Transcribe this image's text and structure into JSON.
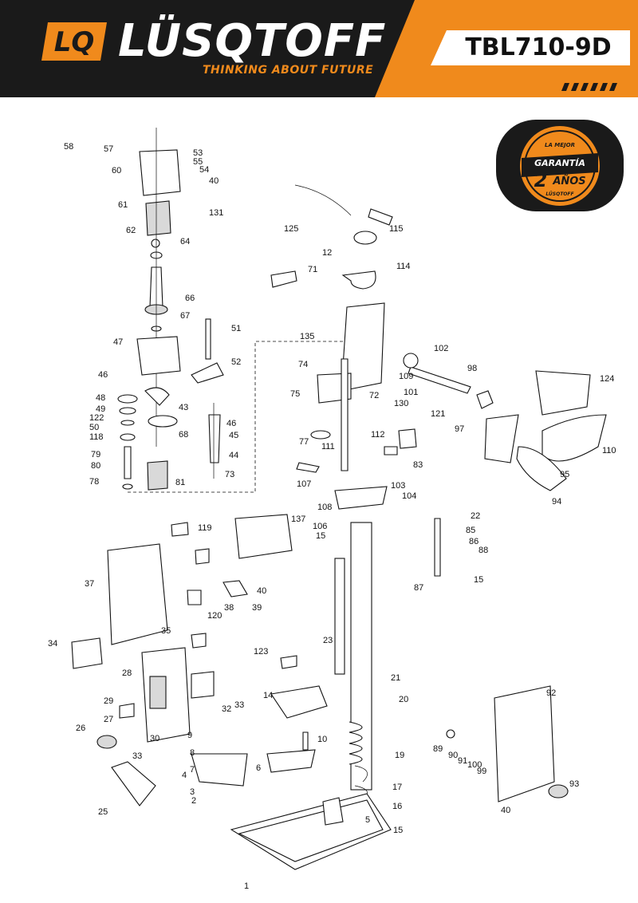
{
  "header": {
    "brand": "LÜSQTOFF",
    "logo_letters": "LQ",
    "tagline": "THINKING ABOUT FUTURE",
    "model": "TBL710-9D",
    "colors": {
      "accent": "#f08a1c",
      "dark": "#1a1a1a"
    }
  },
  "badge": {
    "line1": "LA MEJOR",
    "line2": "GARANTÍA",
    "number": "2",
    "line3": "AÑOS",
    "brand": "LÜSQTOFF"
  },
  "labels": [
    {
      "id": "58",
      "text": "58"
    },
    {
      "id": "57",
      "text": "57"
    },
    {
      "id": "53",
      "text": "53"
    },
    {
      "id": "55",
      "text": "55"
    },
    {
      "id": "54",
      "text": "54"
    },
    {
      "id": "40a",
      "text": "40"
    },
    {
      "id": "60",
      "text": "60"
    },
    {
      "id": "61",
      "text": "61"
    },
    {
      "id": "62",
      "text": "62"
    },
    {
      "id": "64",
      "text": "64"
    },
    {
      "id": "131",
      "text": "131"
    },
    {
      "id": "125",
      "text": "125"
    },
    {
      "id": "115",
      "text": "115"
    },
    {
      "id": "12",
      "text": "12"
    },
    {
      "id": "114",
      "text": "114"
    },
    {
      "id": "71",
      "text": "71"
    },
    {
      "id": "66",
      "text": "66"
    },
    {
      "id": "67",
      "text": "67"
    },
    {
      "id": "51",
      "text": "51"
    },
    {
      "id": "47",
      "text": "47"
    },
    {
      "id": "52",
      "text": "52"
    },
    {
      "id": "135",
      "text": "135"
    },
    {
      "id": "74",
      "text": "74"
    },
    {
      "id": "102",
      "text": "102"
    },
    {
      "id": "98",
      "text": "98"
    },
    {
      "id": "109",
      "text": "109"
    },
    {
      "id": "124",
      "text": "124"
    },
    {
      "id": "46a",
      "text": "46"
    },
    {
      "id": "75",
      "text": "75"
    },
    {
      "id": "72",
      "text": "72"
    },
    {
      "id": "101",
      "text": "101"
    },
    {
      "id": "130",
      "text": "130"
    },
    {
      "id": "48",
      "text": "48"
    },
    {
      "id": "43",
      "text": "43"
    },
    {
      "id": "49",
      "text": "49"
    },
    {
      "id": "46b",
      "text": "46"
    },
    {
      "id": "122",
      "text": "122"
    },
    {
      "id": "50",
      "text": "50"
    },
    {
      "id": "68",
      "text": "68"
    },
    {
      "id": "45",
      "text": "45"
    },
    {
      "id": "118",
      "text": "118"
    },
    {
      "id": "121",
      "text": "121"
    },
    {
      "id": "97",
      "text": "97"
    },
    {
      "id": "112",
      "text": "112"
    },
    {
      "id": "110",
      "text": "110"
    },
    {
      "id": "79",
      "text": "79"
    },
    {
      "id": "44",
      "text": "44"
    },
    {
      "id": "77",
      "text": "77"
    },
    {
      "id": "111",
      "text": "111"
    },
    {
      "id": "83",
      "text": "83"
    },
    {
      "id": "80",
      "text": "80"
    },
    {
      "id": "73",
      "text": "73"
    },
    {
      "id": "95",
      "text": "95"
    },
    {
      "id": "78",
      "text": "78"
    },
    {
      "id": "81",
      "text": "81"
    },
    {
      "id": "107",
      "text": "107"
    },
    {
      "id": "103",
      "text": "103"
    },
    {
      "id": "104",
      "text": "104"
    },
    {
      "id": "94",
      "text": "94"
    },
    {
      "id": "108",
      "text": "108"
    },
    {
      "id": "22",
      "text": "22"
    },
    {
      "id": "137",
      "text": "137"
    },
    {
      "id": "119",
      "text": "119"
    },
    {
      "id": "106",
      "text": "106"
    },
    {
      "id": "85",
      "text": "85"
    },
    {
      "id": "15a",
      "text": "15"
    },
    {
      "id": "86",
      "text": "86"
    },
    {
      "id": "88",
      "text": "88"
    },
    {
      "id": "37",
      "text": "37"
    },
    {
      "id": "15b",
      "text": "15"
    },
    {
      "id": "87",
      "text": "87"
    },
    {
      "id": "40b",
      "text": "40"
    },
    {
      "id": "38",
      "text": "38"
    },
    {
      "id": "39",
      "text": "39"
    },
    {
      "id": "120",
      "text": "120"
    },
    {
      "id": "35",
      "text": "35"
    },
    {
      "id": "23",
      "text": "23"
    },
    {
      "id": "34",
      "text": "34"
    },
    {
      "id": "123",
      "text": "123"
    },
    {
      "id": "28",
      "text": "28"
    },
    {
      "id": "21",
      "text": "21"
    },
    {
      "id": "92",
      "text": "92"
    },
    {
      "id": "20",
      "text": "20"
    },
    {
      "id": "29",
      "text": "29"
    },
    {
      "id": "32",
      "text": "32"
    },
    {
      "id": "33a",
      "text": "33"
    },
    {
      "id": "14",
      "text": "14"
    },
    {
      "id": "27",
      "text": "27"
    },
    {
      "id": "9",
      "text": "9"
    },
    {
      "id": "10",
      "text": "10"
    },
    {
      "id": "26",
      "text": "26"
    },
    {
      "id": "30",
      "text": "30"
    },
    {
      "id": "8",
      "text": "8"
    },
    {
      "id": "19",
      "text": "19"
    },
    {
      "id": "89",
      "text": "89"
    },
    {
      "id": "90",
      "text": "90"
    },
    {
      "id": "91",
      "text": "91"
    },
    {
      "id": "100",
      "text": "100"
    },
    {
      "id": "99",
      "text": "99"
    },
    {
      "id": "33b",
      "text": "33"
    },
    {
      "id": "7",
      "text": "7"
    },
    {
      "id": "6",
      "text": "6"
    },
    {
      "id": "4",
      "text": "4"
    },
    {
      "id": "17",
      "text": "17"
    },
    {
      "id": "93",
      "text": "93"
    },
    {
      "id": "3",
      "text": "3"
    },
    {
      "id": "2",
      "text": "2"
    },
    {
      "id": "16",
      "text": "16"
    },
    {
      "id": "40c",
      "text": "40"
    },
    {
      "id": "25",
      "text": "25"
    },
    {
      "id": "5",
      "text": "5"
    },
    {
      "id": "15c",
      "text": "15"
    },
    {
      "id": "1",
      "text": "1"
    }
  ]
}
